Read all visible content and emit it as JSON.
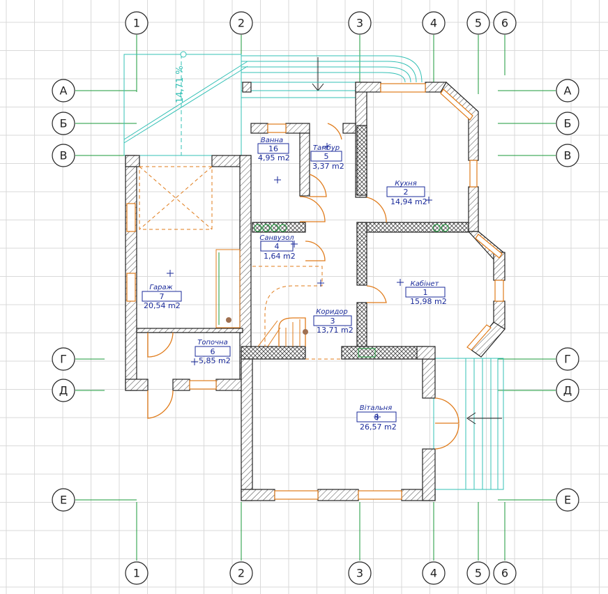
{
  "axes": {
    "numbers": [
      "1",
      "2",
      "3",
      "4",
      "5",
      "6"
    ],
    "letters": [
      "А",
      "Б",
      "В",
      "Г",
      "Д",
      "Е"
    ]
  },
  "roof_slope": "14,71 %",
  "rooms": [
    {
      "name": "Кухня",
      "number": "2",
      "area": "14,94 m2"
    },
    {
      "name": "Ванна",
      "number": "16",
      "area": "4,95 m2"
    },
    {
      "name": "Тамбур",
      "number": "5",
      "area": "3,37 m2"
    },
    {
      "name": "Санвузол",
      "number": "4",
      "area": "1,64 m2"
    },
    {
      "name": "Гараж",
      "number": "7",
      "area": "20,54 m2"
    },
    {
      "name": "Кабінет",
      "number": "1",
      "area": "15,98 m2"
    },
    {
      "name": "Коридор",
      "number": "3",
      "area": "13,71 m2"
    },
    {
      "name": "Топочна",
      "number": "6",
      "area": "5,85 m2"
    },
    {
      "name": "Вітальня",
      "number": "8",
      "area": "26,57 m2"
    }
  ]
}
